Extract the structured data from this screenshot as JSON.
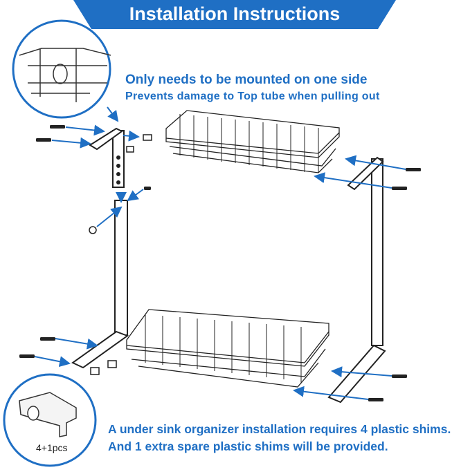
{
  "title": "Installation Instructions",
  "notes": {
    "top_line1": "Only needs to be mounted on one side",
    "top_line2": "Prevents damage to Top tube when pulling out",
    "bottom_line1": "A under sink organizer installation requires 4 plastic shims.",
    "bottom_line2": "And 1 extra spare plastic shims will be provided."
  },
  "shim_inset": {
    "label": "4+1pcs"
  },
  "colors": {
    "banner": "#1f6fc4",
    "text_accent": "#1f6fc4",
    "arrow": "#1f6fc4",
    "line": "#222222"
  }
}
